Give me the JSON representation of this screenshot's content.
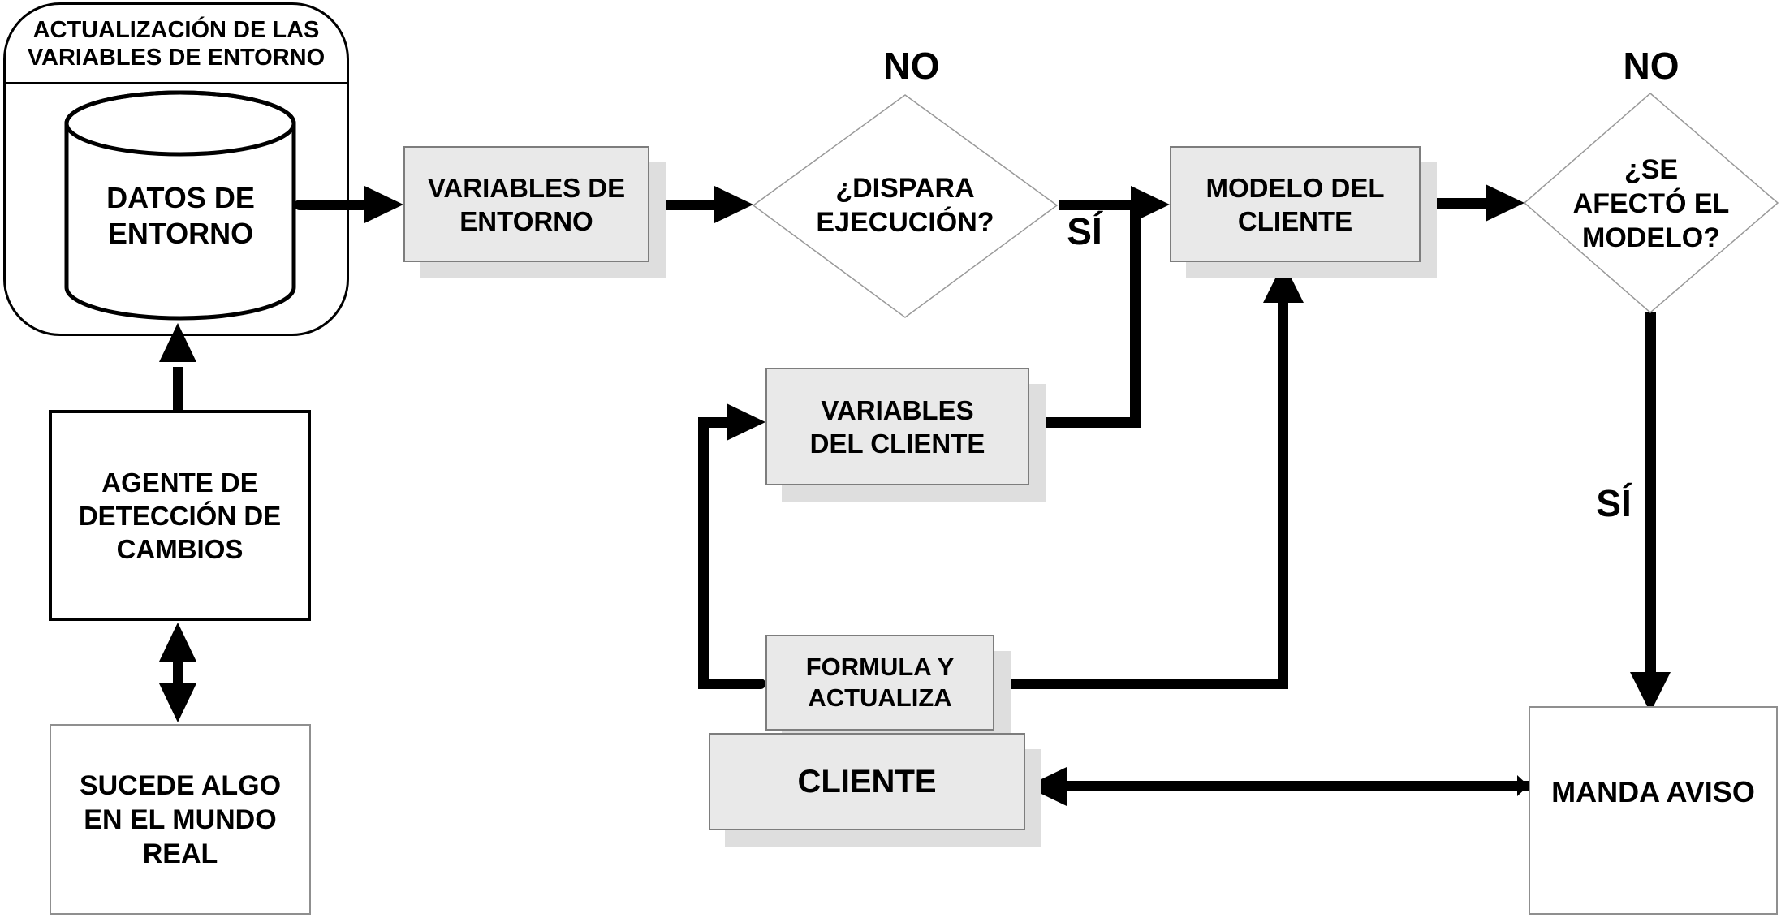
{
  "container": {
    "title_line1": "ACTUALIZACIÓN DE LAS",
    "title_line2": "VARIABLES DE ENTORNO"
  },
  "nodes": {
    "datos_entorno": {
      "line1": "DATOS DE",
      "line2": "ENTORNO"
    },
    "agente": {
      "line1": "AGENTE DE",
      "line2": "DETECCIÓN DE",
      "line3": "CAMBIOS"
    },
    "sucede": {
      "line1": "SUCEDE ALGO",
      "line2": "EN EL MUNDO",
      "line3": "REAL"
    },
    "variables_entorno": {
      "line1": "VARIABLES DE",
      "line2": "ENTORNO"
    },
    "dispara_ejecucion": {
      "line1": "¿DISPARA",
      "line2": "EJECUCIÓN?"
    },
    "modelo_cliente": {
      "line1": "MODELO DEL",
      "line2": "CLIENTE"
    },
    "se_afecto_modelo": {
      "line1": "¿SE",
      "line2": "AFECTÓ EL",
      "line3": "MODELO?"
    },
    "variables_cliente": {
      "line1": "VARIABLES",
      "line2": "DEL CLIENTE"
    },
    "formula_actualiza": {
      "line1": "FORMULA Y",
      "line2": "ACTUALIZA"
    },
    "cliente": {
      "label": "CLIENTE"
    },
    "manda_aviso": {
      "label": "MANDA AVISO"
    }
  },
  "edge_labels": {
    "no_dispara": "NO",
    "si_dispara": "SÍ",
    "no_afecto": "NO",
    "si_afecto": "SÍ"
  },
  "colors": {
    "node_fill": "#e9e9e9",
    "node_shadow": "#dedede",
    "node_border": "#7d7d7d",
    "outline_border": "#8f8f8f",
    "connector": "#000000",
    "background": "#ffffff"
  }
}
